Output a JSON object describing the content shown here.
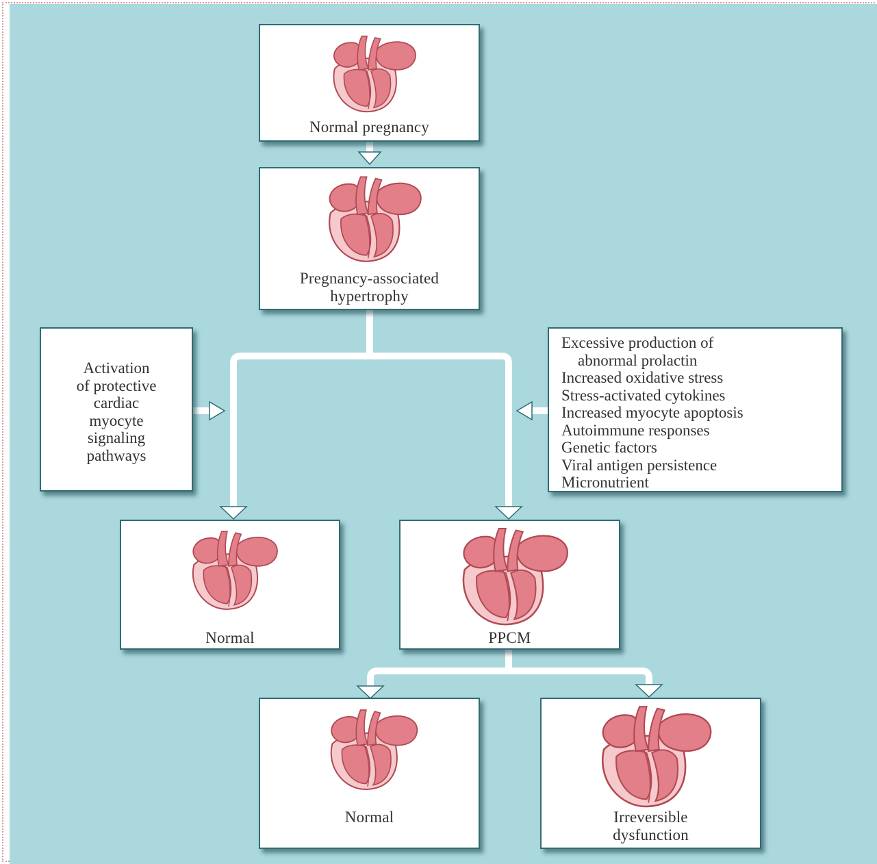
{
  "nodes": {
    "top": "Normal pregnancy",
    "hypertrophy": [
      "Pregnancy-associated",
      "hypertrophy"
    ],
    "normal_mid": "Normal",
    "ppcm": "PPCM",
    "normal_bottom": "Normal",
    "irreversible": [
      "Irreversible",
      "dysfunction"
    ]
  },
  "left_factors": [
    "Activation",
    "of protective",
    "cardiac",
    "myocyte",
    "signaling",
    "pathways"
  ],
  "right_factors": [
    "Excessive production of",
    "abnormal prolactin",
    "Increased oxidative stress",
    "Stress-activated cytokines",
    "Increased myocyte apoptosis",
    "Autoimmune responses",
    "Genetic factors",
    "Viral antigen persistence",
    "Micronutrient"
  ],
  "colors": {
    "background": "#aad8dd",
    "card_border": "#2f6c75",
    "heart_fill": "#e27f88",
    "heart_outline": "#b04a55",
    "heart_wall": "#f6c9cc"
  }
}
